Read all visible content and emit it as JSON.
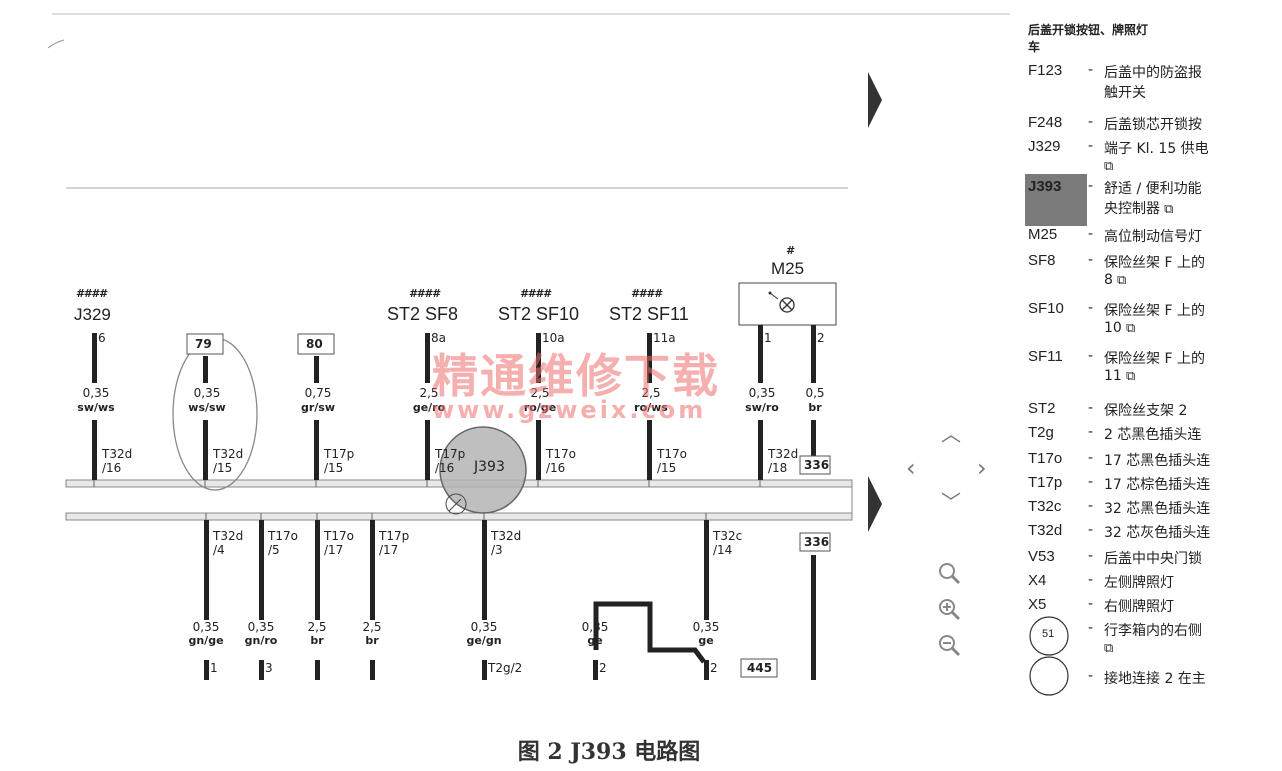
{
  "diagram": {
    "top_labels": [
      {
        "id": "j329",
        "hash": "####",
        "text": "J329"
      },
      {
        "id": "sf8",
        "hash": "####",
        "text": "ST2  SF8"
      },
      {
        "id": "sf10",
        "hash": "####",
        "text": "ST2  SF10"
      },
      {
        "id": "sf11",
        "hash": "####",
        "text": "ST2  SF11"
      },
      {
        "id": "m25",
        "hash": "#",
        "text": "M25"
      }
    ],
    "top_wires": [
      {
        "pin": "6",
        "box": "",
        "gauge": "0,35",
        "color": "sw/ws",
        "conn": "T32d",
        "conn_pin": "/16"
      },
      {
        "pin": "",
        "box": "79",
        "gauge": "0,35",
        "color": "ws/sw",
        "conn": "T32d",
        "conn_pin": "/15"
      },
      {
        "pin": "",
        "box": "80",
        "gauge": "0,75",
        "color": "gr/sw",
        "conn": "T17p",
        "conn_pin": "/15"
      },
      {
        "pin": "8a",
        "box": "",
        "gauge": "2,5",
        "color": "ge/ro",
        "conn": "T17p",
        "conn_pin": "/16"
      },
      {
        "pin": "10a",
        "box": "",
        "gauge": "2,5",
        "color": "ro/ge",
        "conn": "T17o",
        "conn_pin": "/16"
      },
      {
        "pin": "11a",
        "box": "",
        "gauge": "2,5",
        "color": "ro/ws",
        "conn": "T17o",
        "conn_pin": "/15"
      },
      {
        "pin": "1",
        "box": "",
        "gauge": "0,35",
        "color": "sw/ro",
        "conn": "T32d",
        "conn_pin": "/18"
      },
      {
        "pin": "2",
        "box": "",
        "gauge": "0,5",
        "color": "br",
        "conn": "",
        "conn_pin": ""
      }
    ],
    "bottom_wires": [
      {
        "conn": "T32d",
        "conn_pin": "/4",
        "gauge": "0,35",
        "color": "gn/ge",
        "pin": "1"
      },
      {
        "conn": "T17o",
        "conn_pin": "/5",
        "gauge": "0,35",
        "color": "gn/ro",
        "pin": "3"
      },
      {
        "conn": "T17o",
        "conn_pin": "/17",
        "gauge": "2,5",
        "color": "br",
        "pin": ""
      },
      {
        "conn": "T17p",
        "conn_pin": "/17",
        "gauge": "2,5",
        "color": "br",
        "pin": ""
      },
      {
        "conn": "T32d",
        "conn_pin": "/3",
        "gauge": "0,35",
        "color": "ge/gn",
        "pin": "T2g/2"
      },
      {
        "conn": "",
        "conn_pin": "",
        "gauge": "0,35",
        "color": "ge",
        "pin": "2"
      },
      {
        "conn": "T32c",
        "conn_pin": "/14",
        "gauge": "0,35",
        "color": "ge",
        "pin": "2"
      }
    ],
    "module_label": "J393",
    "ref_boxes": [
      "336",
      "336",
      "445"
    ],
    "watermark_cn": "精通维修下载",
    "watermark_url": "www.gzweix.com"
  },
  "legend": {
    "title_line1": "后盖开锁按钮、牌照灯",
    "title_line2": "车",
    "items": [
      {
        "code": "F123",
        "desc": "后盖中的防盗报",
        "desc2": "触开关",
        "icon": false
      },
      {
        "code": "F248",
        "desc": "后盖锁芯开锁按",
        "desc2": "",
        "icon": false
      },
      {
        "code": "J329",
        "desc": "端子 Kl. 15 供电",
        "desc2": "",
        "icon": true
      },
      {
        "code": "J393",
        "desc": "舒适 / 便利功能",
        "desc2": "央控制器",
        "icon": true
      },
      {
        "code": "M25",
        "desc": "高位制动信号灯",
        "desc2": "",
        "icon": false
      },
      {
        "code": "SF8",
        "desc": "保险丝架 F 上的",
        "desc2": "8",
        "icon": true
      },
      {
        "code": "SF10",
        "desc": "保险丝架 F 上的",
        "desc2": "10",
        "icon": true
      },
      {
        "code": "SF11",
        "desc": "保险丝架 F 上的",
        "desc2": "11",
        "icon": true
      },
      {
        "code": "ST2",
        "desc": "保险丝支架 2",
        "desc2": "",
        "icon": false
      },
      {
        "code": "T2g",
        "desc": "2 芯黑色插头连",
        "desc2": "",
        "icon": false
      },
      {
        "code": "T17o",
        "desc": "17 芯黑色插头连",
        "desc2": "",
        "icon": false
      },
      {
        "code": "T17p",
        "desc": "17 芯棕色插头连",
        "desc2": "",
        "icon": false
      },
      {
        "code": "T32c",
        "desc": "32 芯黑色插头连",
        "desc2": "",
        "icon": false
      },
      {
        "code": "T32d",
        "desc": "32 芯灰色插头连",
        "desc2": "",
        "icon": false
      },
      {
        "code": "V53",
        "desc": "后盖中中央门锁",
        "desc2": "",
        "icon": false
      },
      {
        "code": "X4",
        "desc": "左侧牌照灯",
        "desc2": "",
        "icon": false
      },
      {
        "code": "X5",
        "desc": "右侧牌照灯",
        "desc2": "",
        "icon": false
      },
      {
        "code": "51",
        "desc": "行李箱内的右侧",
        "desc2": "",
        "icon": true
      },
      {
        "code": "",
        "desc": "接地连接 2 在主",
        "desc2": "",
        "icon": false
      }
    ]
  },
  "nav": {
    "icons": [
      "arrow-up-icon",
      "arrow-left-icon",
      "arrow-right-icon",
      "arrow-down-icon",
      "zoom-icon",
      "zoom-in-icon",
      "zoom-out-icon"
    ]
  },
  "caption": "图 2    J393 电路图"
}
